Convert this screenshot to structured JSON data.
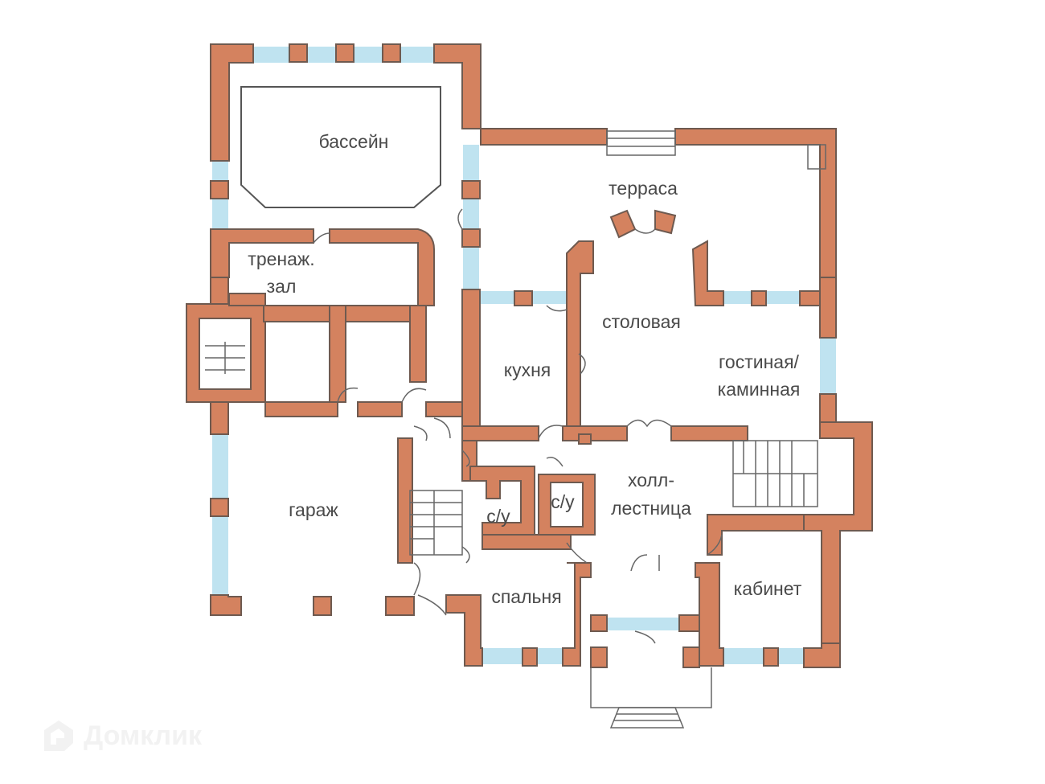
{
  "rooms": {
    "pool": "бассейн",
    "terrace": "терраса",
    "gym_1": "тренаж.",
    "gym_2": "зал",
    "dining": "столовая",
    "kitchen": "кухня",
    "living_1": "гостиная/",
    "living_2": "каминная",
    "hall_1": "холл-",
    "hall_2": "лестница",
    "garage": "гараж",
    "wc_1": "с/у",
    "wc_2": "с/у",
    "bedroom": "спальня",
    "study": "кабинет"
  },
  "watermark": "Домклик",
  "colors": {
    "wall": "#d4825f",
    "window": "#bfe3f0",
    "outline": "#6e5a50"
  }
}
